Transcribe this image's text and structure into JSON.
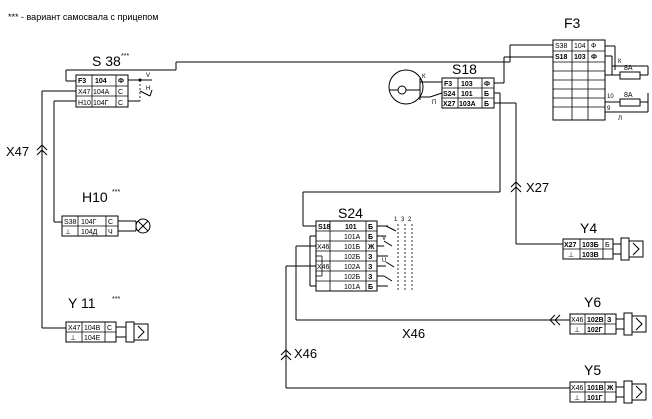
{
  "note": "*** - вариант самосвала с прицепом",
  "stars": "***",
  "components": {
    "s38": {
      "label": "S 38",
      "rows": [
        [
          "F3",
          "104",
          "Ф"
        ],
        [
          "X47",
          "104А",
          "С"
        ],
        [
          "H10",
          "104Г",
          "С"
        ]
      ],
      "pin_v": "V",
      "pin_h": "Н"
    },
    "h10": {
      "label": "H10",
      "rows": [
        [
          "S38",
          "104Г",
          "С"
        ],
        [
          "⊥",
          "104Д",
          "Ч"
        ]
      ]
    },
    "y11": {
      "label": "Y 11",
      "rows": [
        [
          "X47",
          "104В",
          "С"
        ],
        [
          "⊥",
          "104Е",
          ""
        ]
      ]
    },
    "s18": {
      "label": "S18",
      "rows": [
        [
          "F3",
          "103",
          "Ф"
        ],
        [
          "S24",
          "101",
          "Б"
        ],
        [
          "X27",
          "103А",
          "Б"
        ]
      ],
      "pin_k": "К",
      "pin_p": "П"
    },
    "f3": {
      "label": "F3",
      "rows": [
        [
          "S38",
          "104",
          "Ф"
        ],
        [
          "S18",
          "103",
          "Ф"
        ]
      ],
      "pin_k": "К",
      "pin_l": "Л",
      "fuse_a": "8А",
      "fuse_b": "8А",
      "num_10": "10",
      "num_9": "9"
    },
    "s24": {
      "label": "S24",
      "rows": [
        [
          "S18",
          "101",
          "Б"
        ],
        [
          "",
          "101А",
          "Б"
        ],
        [
          "X46",
          "101Б",
          "Ж"
        ],
        [
          "",
          "102Б",
          "З"
        ],
        [
          "X46",
          "102А",
          "З"
        ],
        [
          "",
          "102Б",
          "З"
        ],
        [
          "",
          "101А",
          "Б"
        ]
      ],
      "nums": [
        "1",
        "3",
        "2"
      ],
      "pin_v": "V",
      "pin_u": "U"
    },
    "y4": {
      "label": "Y4",
      "rows": [
        [
          "X27",
          "103Б",
          "Б"
        ],
        [
          "⊥",
          "103В",
          ""
        ]
      ]
    },
    "y6": {
      "label": "Y6",
      "rows": [
        [
          "X46",
          "102В",
          "З"
        ],
        [
          "⊥",
          "102Г",
          ""
        ]
      ]
    },
    "y5": {
      "label": "Y5",
      "rows": [
        [
          "X46",
          "101В",
          "Ж"
        ],
        [
          "⊥",
          "101Г",
          ""
        ]
      ]
    }
  },
  "wires": {
    "x47": "X47",
    "x27": "X27",
    "x46a": "X46",
    "x46b": "X46"
  }
}
